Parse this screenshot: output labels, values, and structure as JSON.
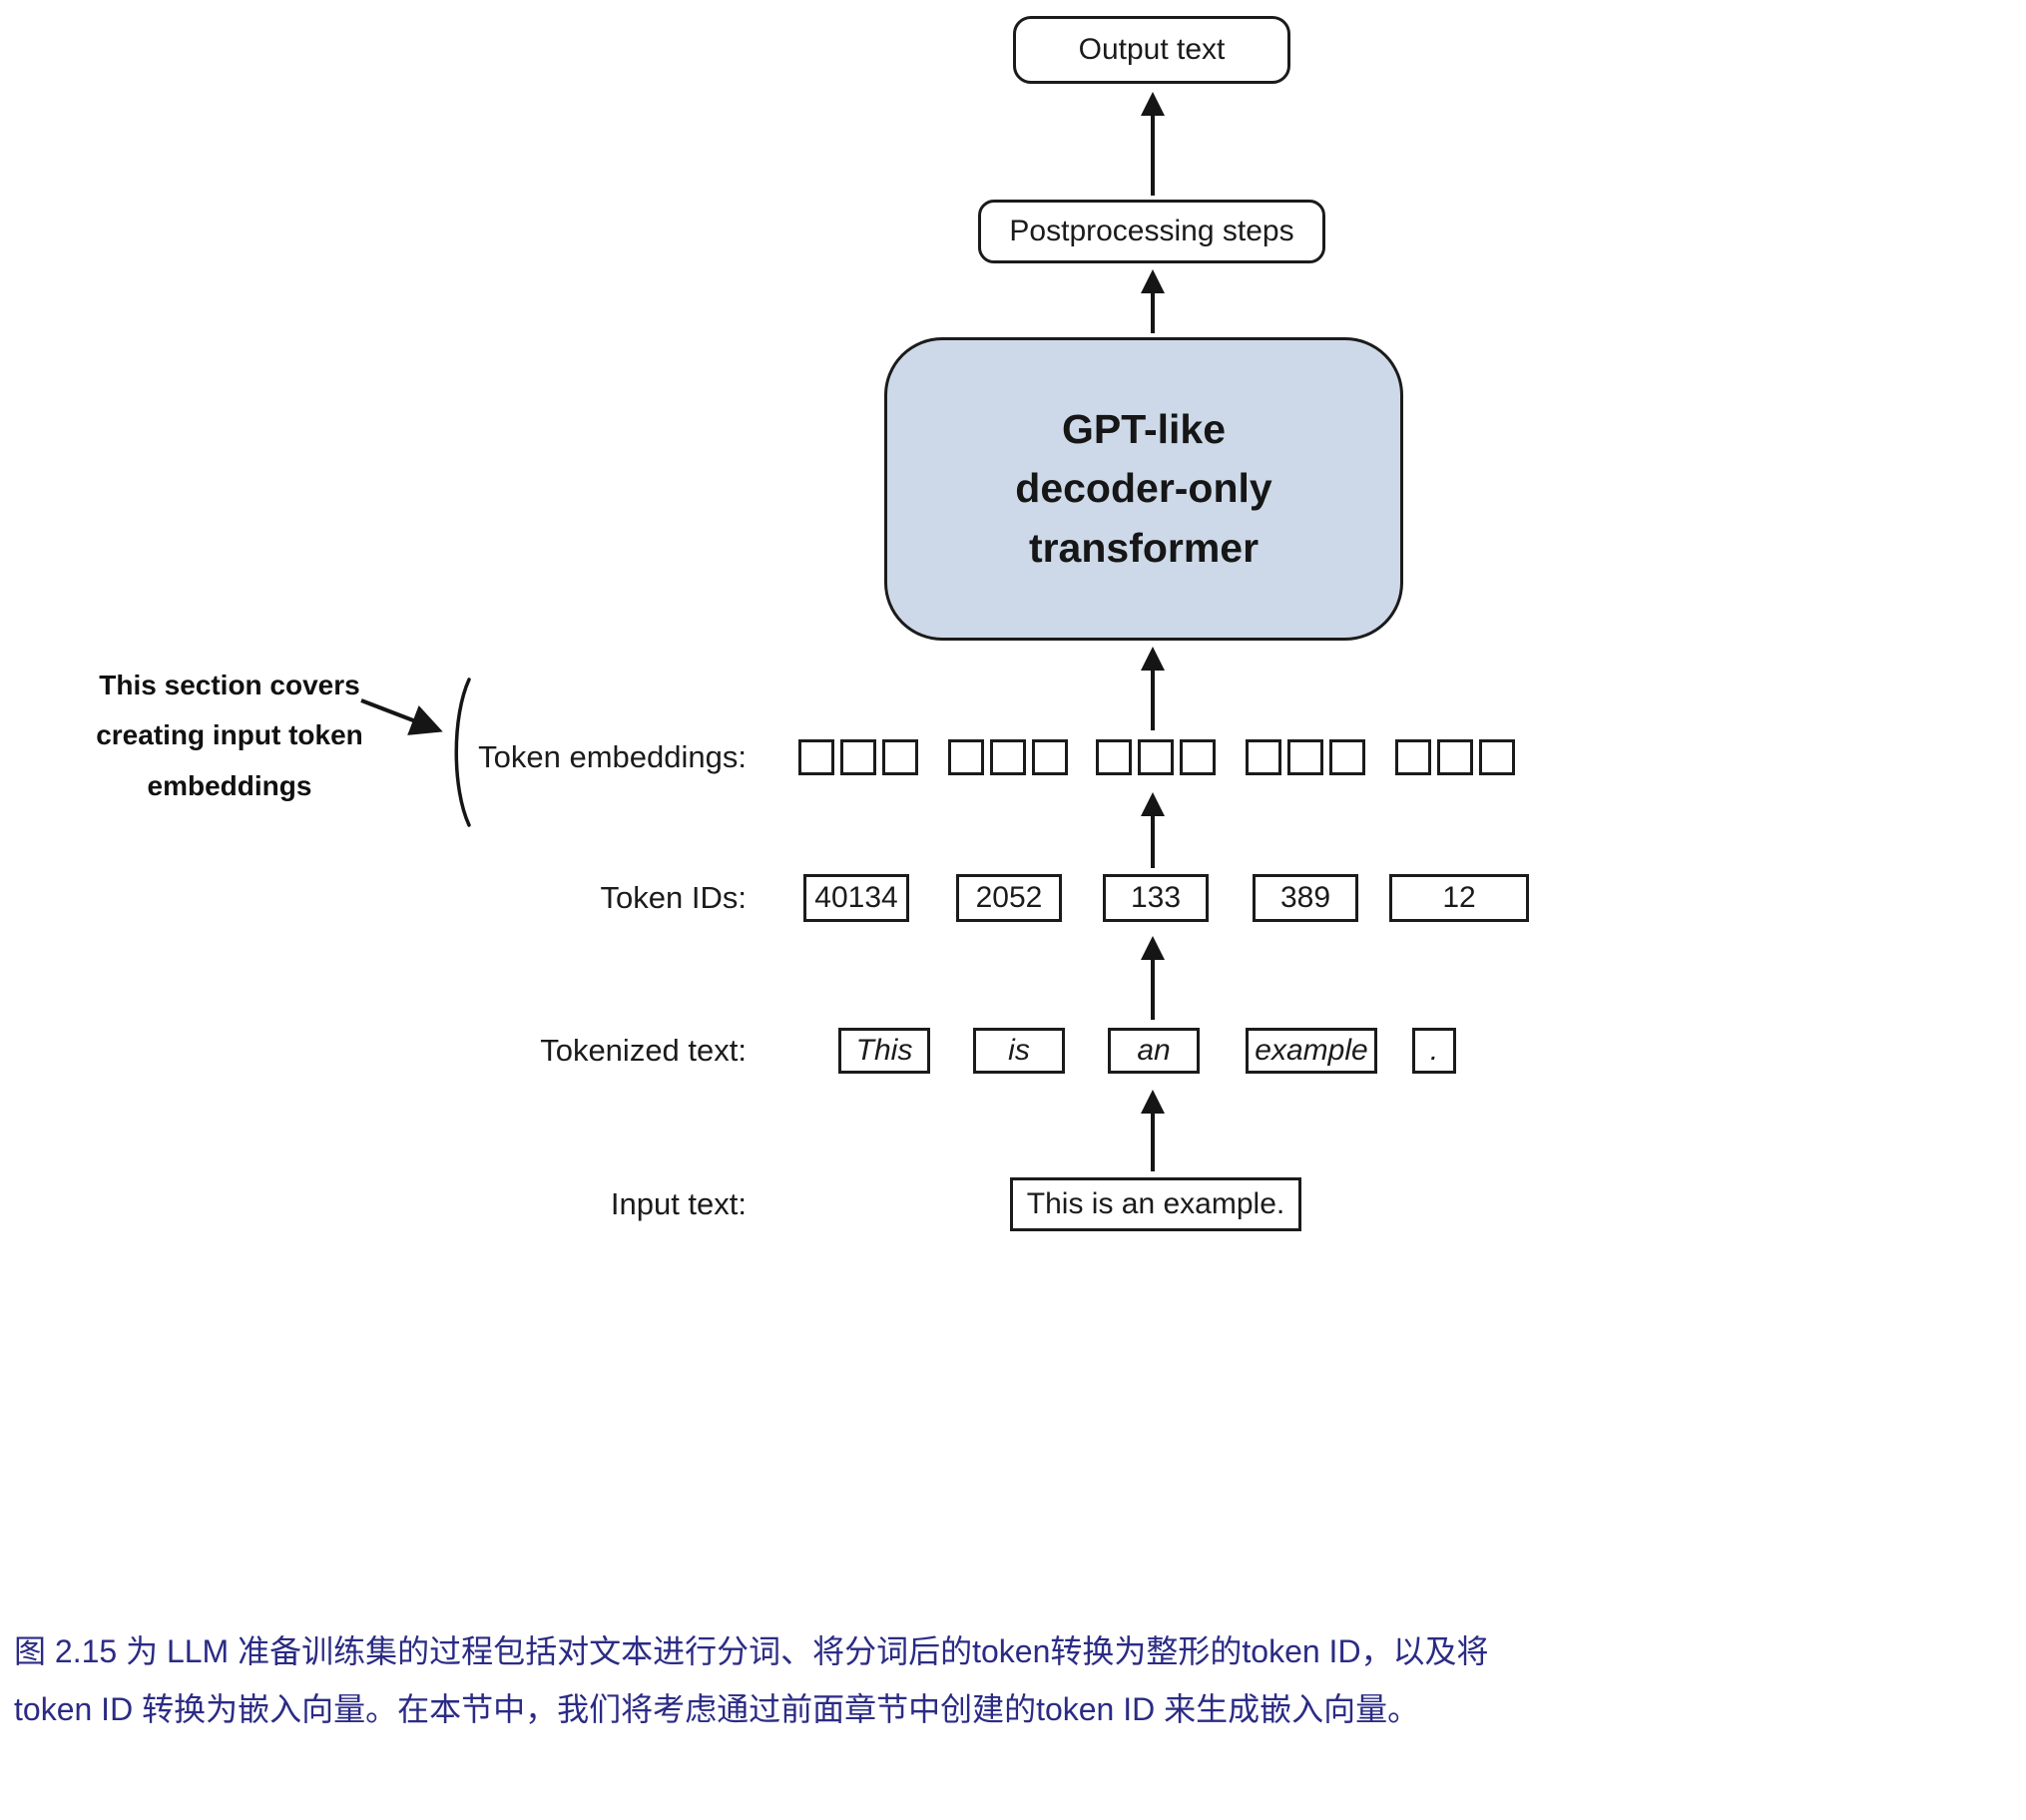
{
  "figure": {
    "output_box": "Output text",
    "postprocessing_box": "Postprocessing steps",
    "gpt_box": {
      "lines": [
        "GPT-like",
        "decoder-only",
        "transformer"
      ],
      "fill": "#cdd9e8"
    },
    "annotation": {
      "lines": [
        "This section covers",
        "creating input token",
        "embeddings"
      ]
    },
    "token_embeddings": {
      "label": "Token embeddings:",
      "groups": 5,
      "cells_per_group": 3
    },
    "token_ids": {
      "label": "Token IDs:",
      "values": [
        "40134",
        "2052",
        "133",
        "389",
        "12"
      ]
    },
    "tokenized_text": {
      "label": "Tokenized text:",
      "tokens": [
        "This",
        "is",
        "an",
        "example",
        "."
      ]
    },
    "input_text": {
      "label": "Input text:",
      "value": "This is an example."
    }
  },
  "caption": {
    "line1": "图 2.15 为 LLM 准备训练集的过程包括对文本进行分词、将分词后的token转换为整形的token ID，以及将",
    "line2": "token ID 转换为嵌入向量。在本节中，我们将考虑通过前面章节中创建的token ID 来生成嵌入向量。",
    "color": "#2b2b85"
  }
}
